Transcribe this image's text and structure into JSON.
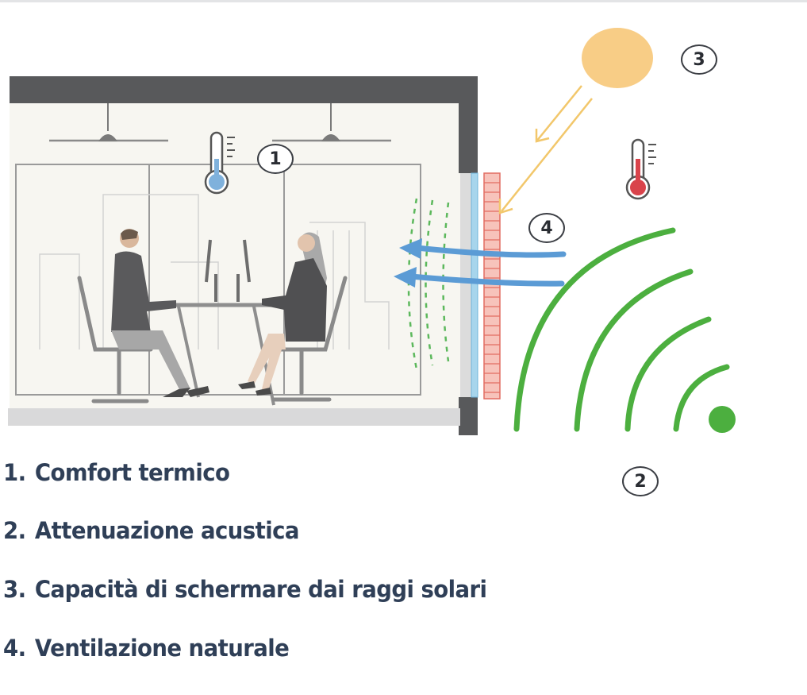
{
  "markers": [
    "1",
    "2",
    "3",
    "4"
  ],
  "legend": [
    {
      "number": "1.",
      "label": "Comfort termico"
    },
    {
      "number": "2.",
      "label": "Attenuazione acustica"
    },
    {
      "number": "3.",
      "label": "Capacità di schermare dai raggi solari"
    },
    {
      "number": "4.",
      "label": "Ventilazione naturale"
    }
  ],
  "colors": {
    "wall": "#58595b",
    "sound_waves": "#4caf3f",
    "airflow_arrows": "#5b9bd5",
    "sun": "#f8cd86",
    "sun_rays": "#f2c76b",
    "brick_facade": "#f0998f",
    "glass": "#a7d5ec",
    "thermometer_inside": "#7fb1dc",
    "thermometer_outside": "#d9434b",
    "legend_text": "#2f3f57"
  },
  "icons": [
    "ceiling-fan-icon",
    "thermometer-icon",
    "sun-icon",
    "person-icon",
    "chair-icon",
    "monitor-icon"
  ]
}
